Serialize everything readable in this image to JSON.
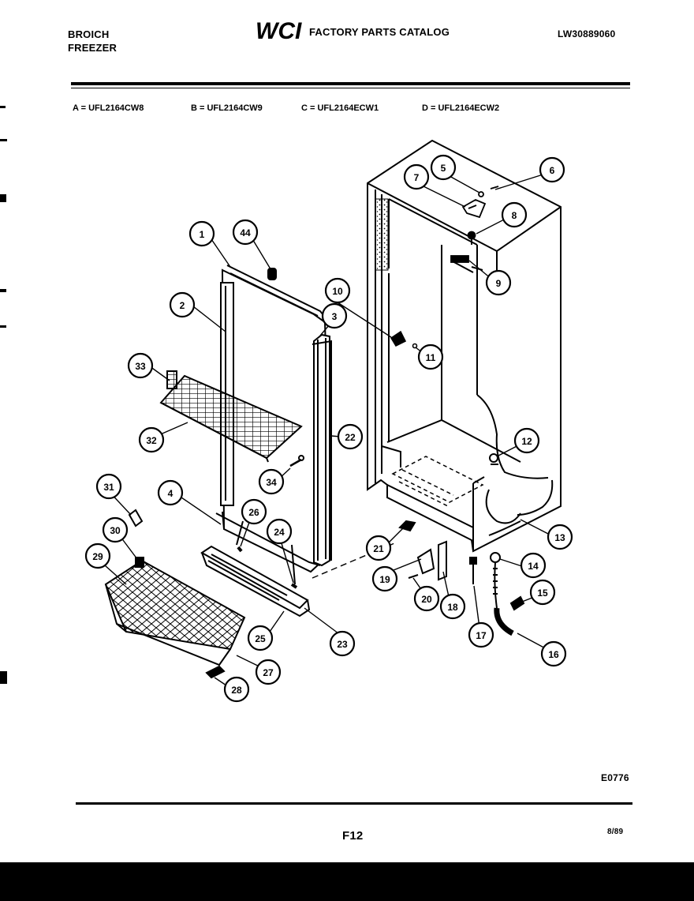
{
  "header": {
    "brand_line1": "BROICH",
    "brand_line2": "FREEZER",
    "catalog_logo": "WCI",
    "catalog_title": "FACTORY PARTS CATALOG",
    "doc_number": "LW30889060"
  },
  "variants": [
    "A = UFL2164CW8",
    "B = UFL2164CW9",
    "C = UFL2164ECW1",
    "D = UFL2164ECW2"
  ],
  "callouts": [
    "1",
    "2",
    "3",
    "4",
    "5",
    "6",
    "7",
    "8",
    "9",
    "10",
    "11",
    "12",
    "13",
    "14",
    "15",
    "16",
    "17",
    "18",
    "19",
    "20",
    "21",
    "22",
    "23",
    "24",
    "25",
    "26",
    "27",
    "28",
    "29",
    "30",
    "31",
    "32",
    "33",
    "34",
    "44"
  ],
  "footer": {
    "diagram_code": "E0776",
    "page_number": "F12",
    "date": "8/89"
  }
}
